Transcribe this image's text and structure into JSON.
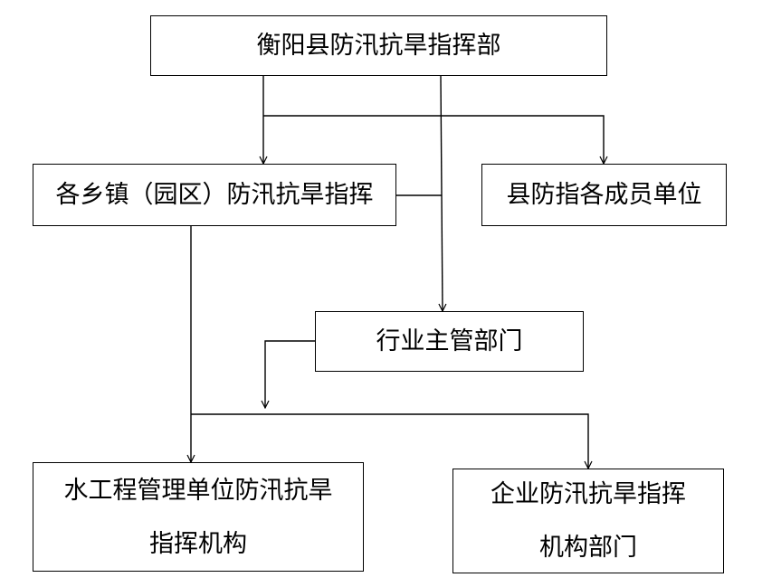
{
  "nodes": {
    "hq": {
      "label": "衡阳县防汛抗旱指挥部"
    },
    "township": {
      "label": "各乡镇（园区）防汛抗旱指挥"
    },
    "members": {
      "label": "县防指各成员单位"
    },
    "industry": {
      "label": "行业主管部门"
    },
    "water": {
      "line1": "水工程管理单位防汛抗旱",
      "line2": "指挥机构"
    },
    "enterprise": {
      "line1": "企业防汛抗旱指挥",
      "line2": "机构部门"
    }
  },
  "colors": {
    "line": "#000000",
    "box_border": "#000000",
    "text": "#000000",
    "background": "#ffffff"
  }
}
